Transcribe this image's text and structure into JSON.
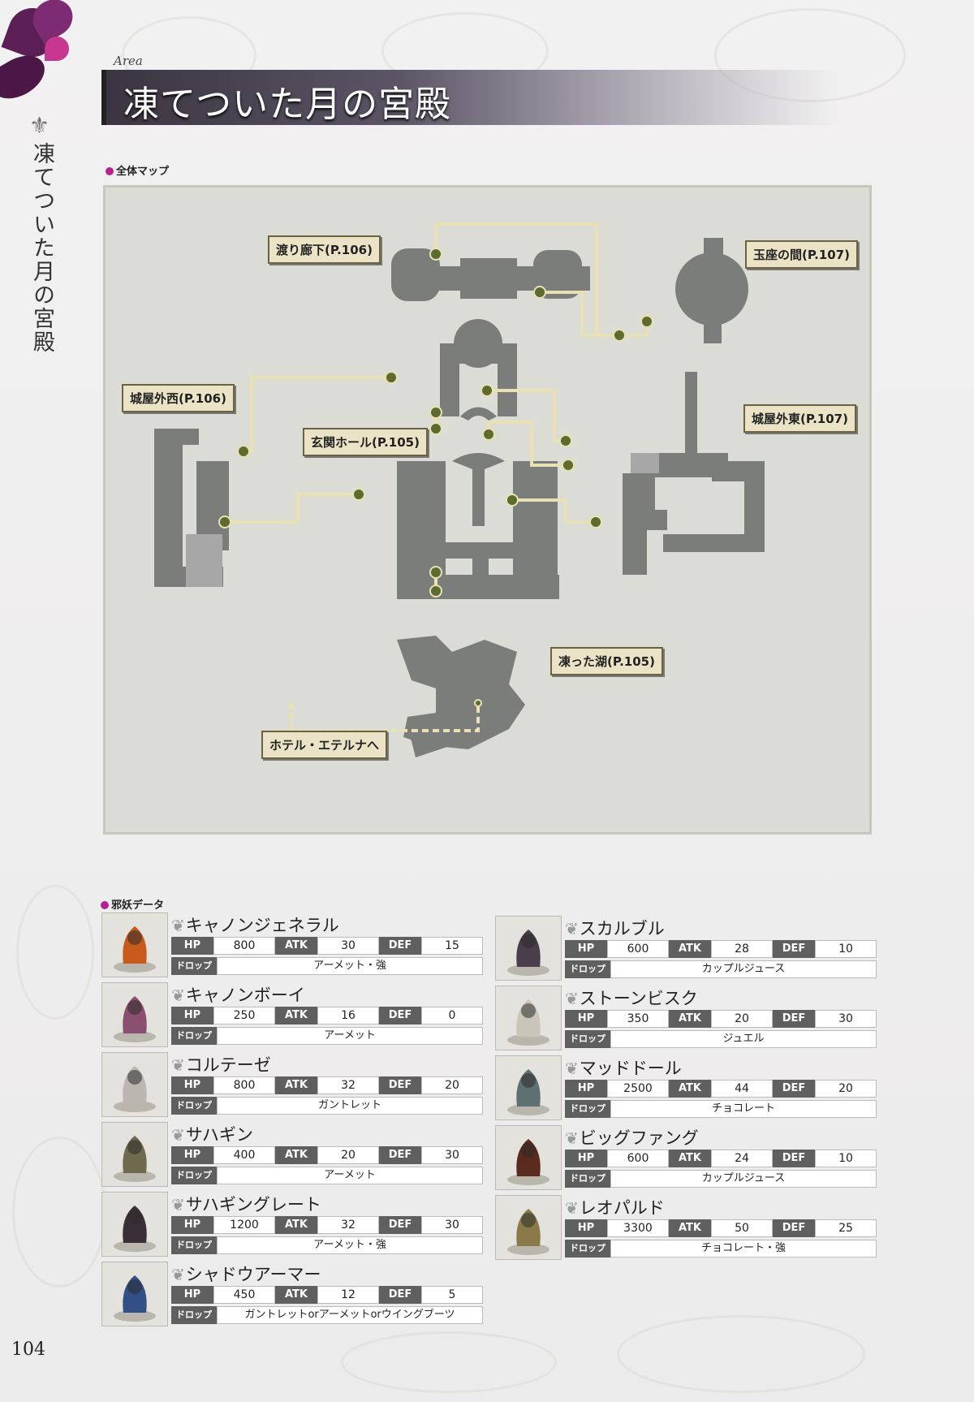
{
  "area_tag": "Area",
  "title": "凍てついた月の宮殿",
  "side_title": "凍てついた月の宮殿",
  "sections": {
    "map": "全体マップ",
    "monsters": "邪妖データ"
  },
  "map_labels": {
    "watari": "渡り廊下(P.106)",
    "gyokuza": "玉座の間(P.107)",
    "joya_west": "城屋外西(P.106)",
    "joya_east": "城屋外東(P.107)",
    "genkan": "玄関ホール(P.105)",
    "lake": "凍った湖(P.105)",
    "hotel": "ホテル・エテルナへ"
  },
  "stat_labels": {
    "hp": "HP",
    "atk": "ATK",
    "def": "DEF",
    "drop": "ドロップ"
  },
  "monsters_left": [
    {
      "name": "キャノンジェネラル",
      "hp": "800",
      "atk": "30",
      "def": "15",
      "drop": "アーメット・強"
    },
    {
      "name": "キャノンボーイ",
      "hp": "250",
      "atk": "16",
      "def": "0",
      "drop": "アーメット"
    },
    {
      "name": "コルテーゼ",
      "hp": "800",
      "atk": "32",
      "def": "20",
      "drop": "ガントレット"
    },
    {
      "name": "サハギン",
      "hp": "400",
      "atk": "20",
      "def": "30",
      "drop": "アーメット"
    },
    {
      "name": "サハギングレート",
      "hp": "1200",
      "atk": "32",
      "def": "30",
      "drop": "アーメット・強"
    },
    {
      "name": "シャドウアーマー",
      "hp": "450",
      "atk": "12",
      "def": "5",
      "drop": "ガントレットorアーメットorウイングブーツ"
    }
  ],
  "monsters_right": [
    {
      "name": "スカルブル",
      "hp": "600",
      "atk": "28",
      "def": "10",
      "drop": "カップルジュース"
    },
    {
      "name": "ストーンビスク",
      "hp": "350",
      "atk": "20",
      "def": "30",
      "drop": "ジュエル"
    },
    {
      "name": "マッドドール",
      "hp": "2500",
      "atk": "44",
      "def": "20",
      "drop": "チョコレート"
    },
    {
      "name": "ビッグファング",
      "hp": "600",
      "atk": "24",
      "def": "10",
      "drop": "カップルジュース"
    },
    {
      "name": "レオパルド",
      "hp": "3300",
      "atk": "50",
      "def": "25",
      "drop": "チョコレート・強"
    }
  ],
  "page_number": "104"
}
